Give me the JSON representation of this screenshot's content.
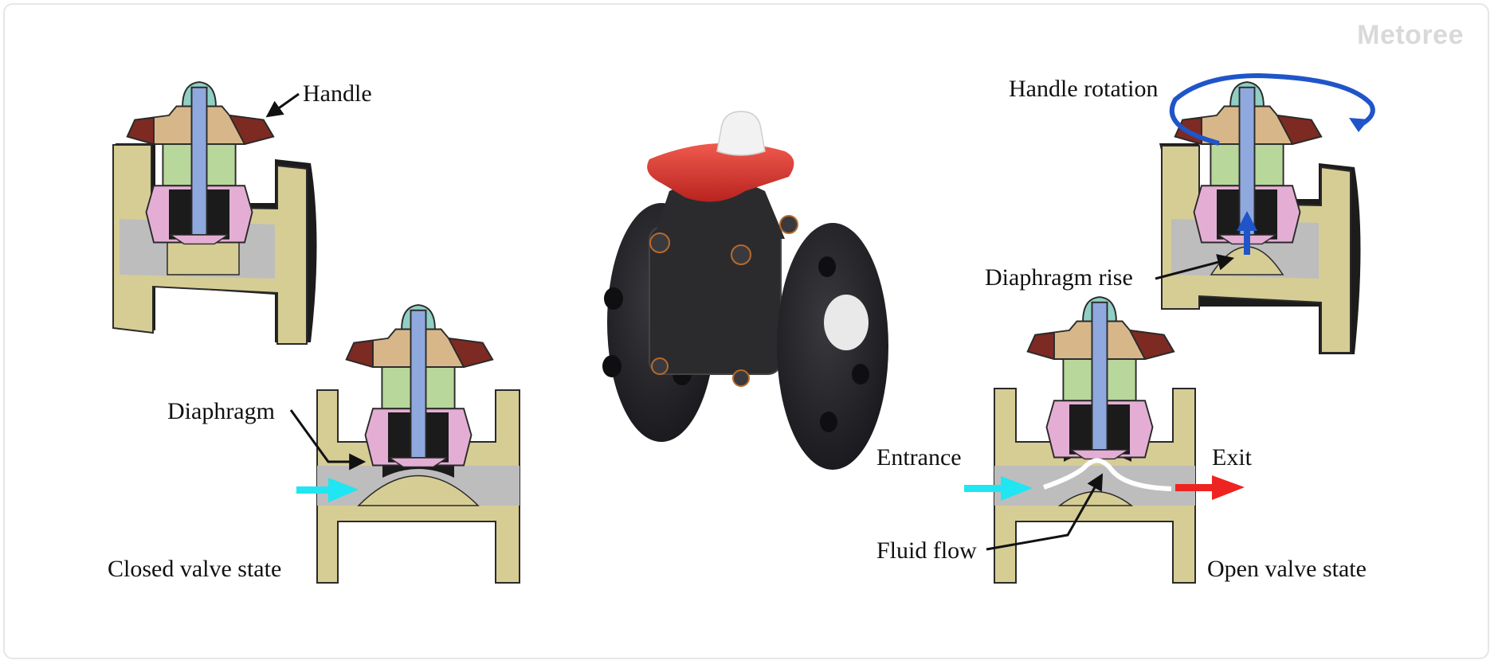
{
  "watermark": "Metoree",
  "labels": {
    "handle": "Handle",
    "diaphragm": "Diaphragm",
    "closed_state": "Closed valve state",
    "handle_rotation": "Handle rotation",
    "diaphragm_rise": "Diaphragm rise",
    "entrance": "Entrance",
    "exit": "Exit",
    "fluid_flow": "Fluid flow",
    "open_state": "Open valve state"
  },
  "colors": {
    "body_tan": "#d6cd95",
    "body_edge": "#2a2a2a",
    "bonnet_pink": "#e4aed4",
    "stem_blue": "#8fa8de",
    "green_part": "#b7d79b",
    "handle_brown": "#7d2a22",
    "handle_tan": "#d7b78a",
    "cap_teal": "#8fcfc4",
    "valve_black": "#2b2b2e",
    "valve_red": "#e2413a",
    "inlet_arrow": "#1fe6f2",
    "outlet_arrow": "#ee2420",
    "rotation_arrow": "#1f55c8"
  }
}
